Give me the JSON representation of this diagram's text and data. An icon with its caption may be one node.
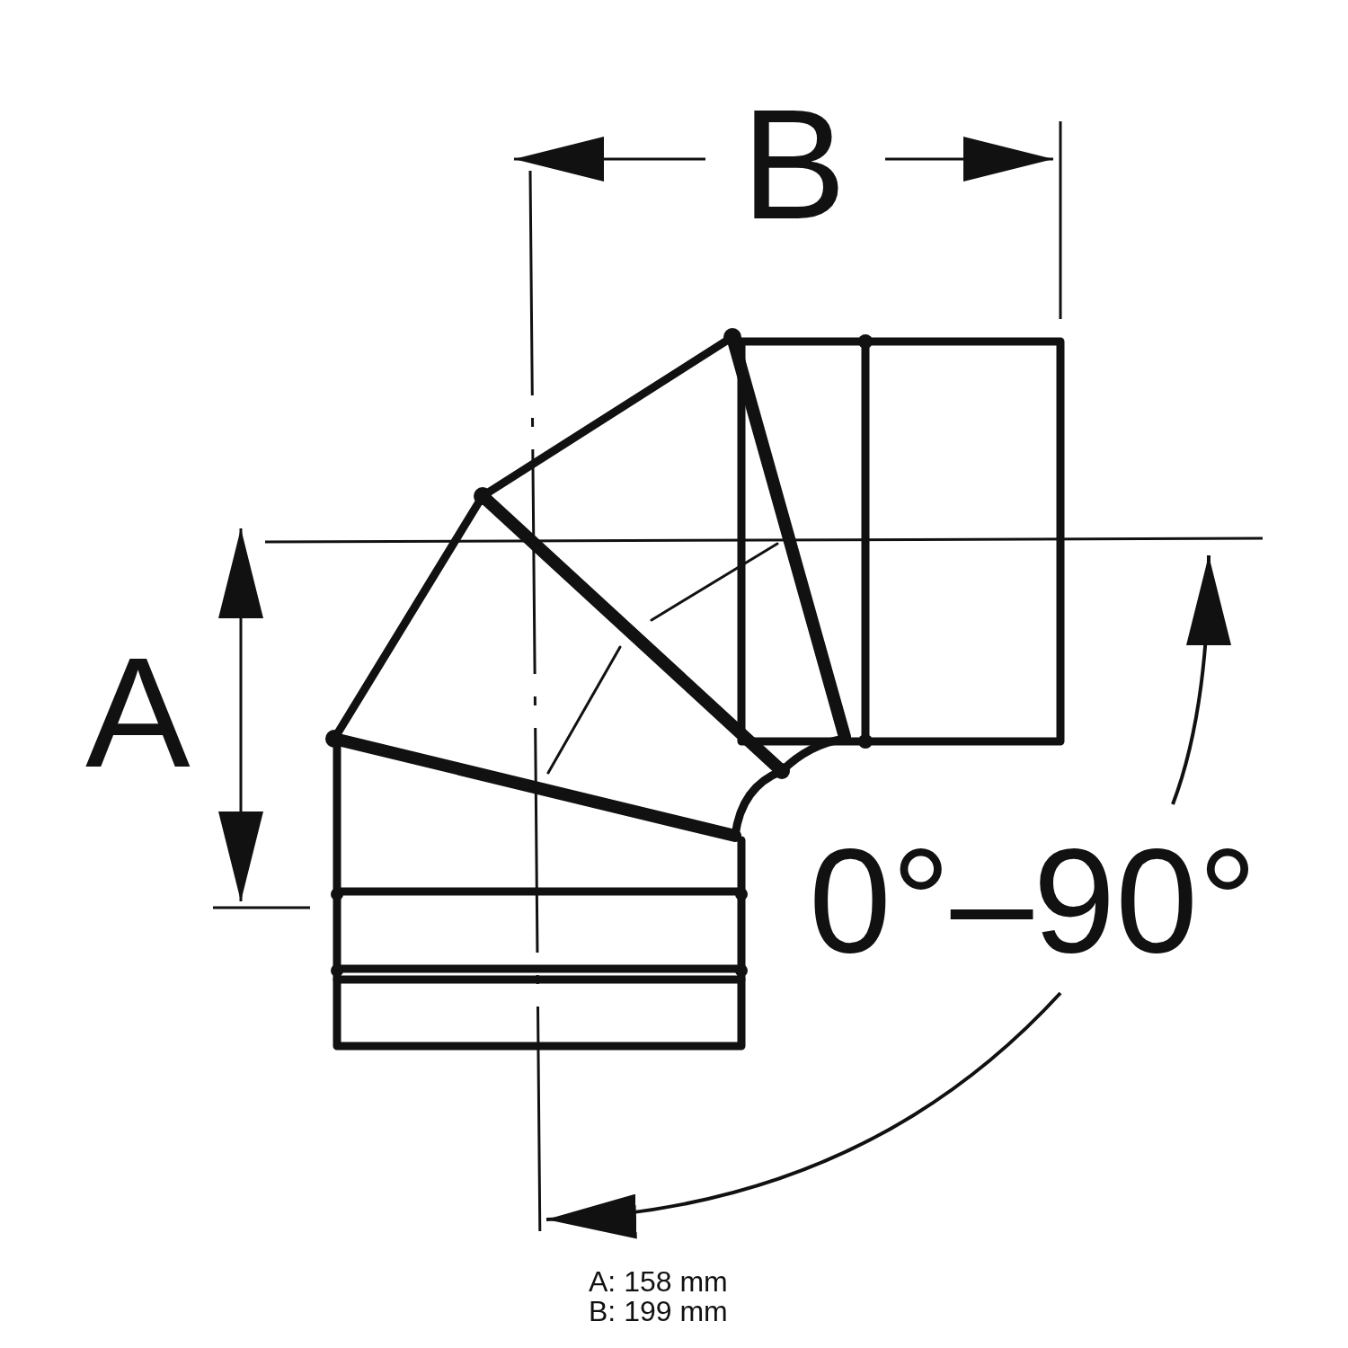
{
  "diagram": {
    "labels": [
      "B",
      "A",
      "0°–90°",
      "A: 158 mm",
      "B: 199 mm"
    ]
  }
}
